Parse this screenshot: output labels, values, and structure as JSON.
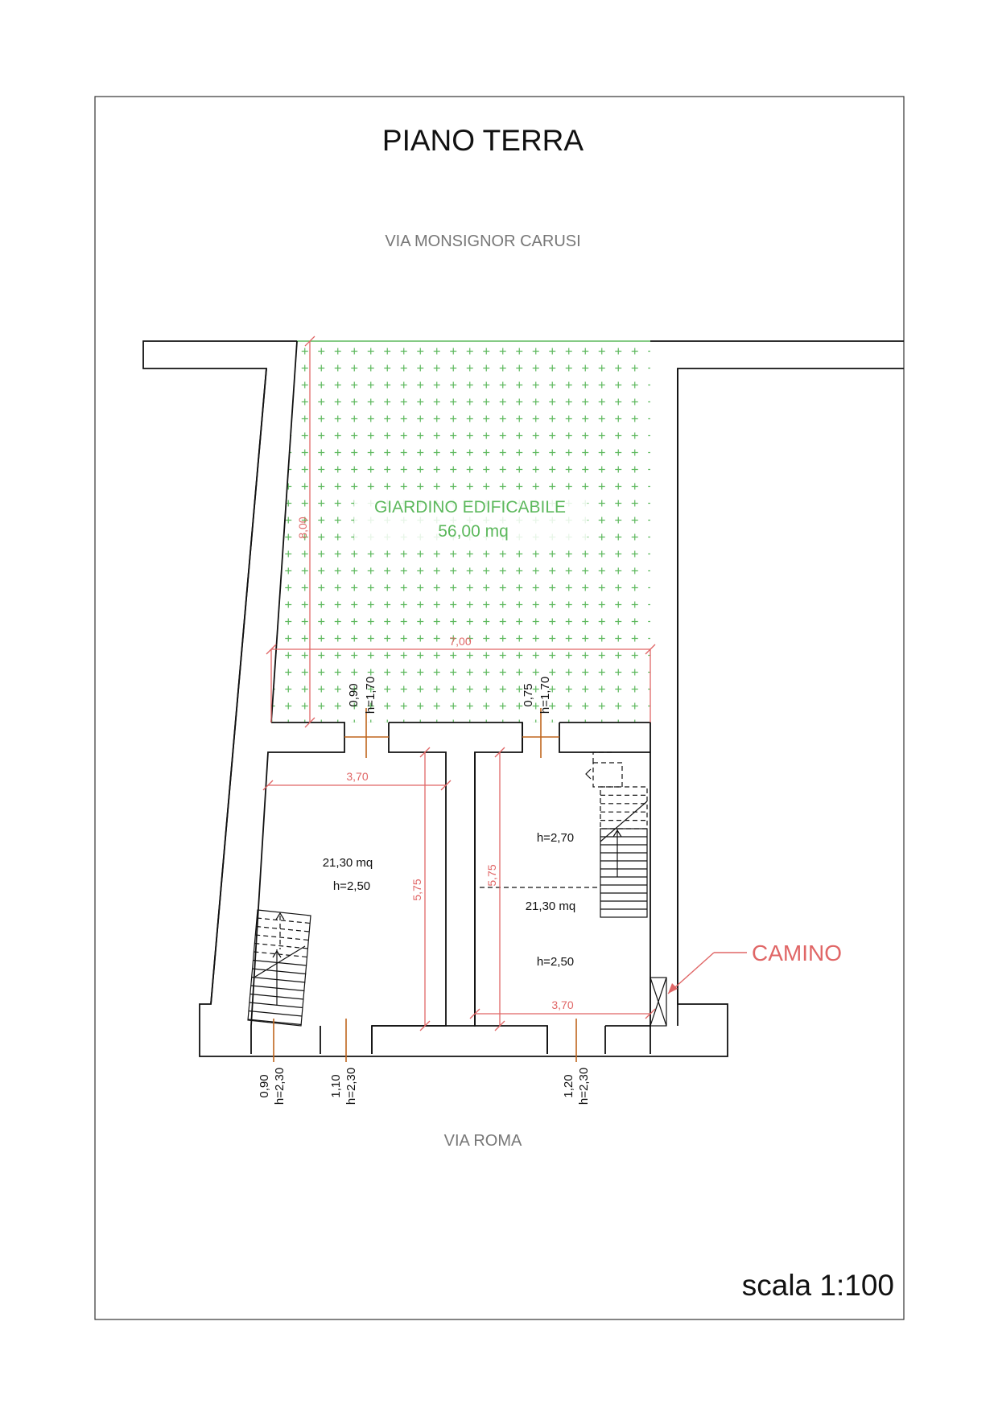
{
  "title": "PIANO TERRA",
  "streets": {
    "top": "VIA MONSIGNOR CARUSI",
    "bottom": "VIA ROMA"
  },
  "garden": {
    "label": "GIARDINO EDIFICABILE",
    "area": "56,00 mq",
    "dim_height": "8,00",
    "dim_width": "7,00"
  },
  "doors_top": [
    {
      "width": "0,90",
      "height": "h=1,70"
    },
    {
      "width": "0,75",
      "height": "h=1,70"
    }
  ],
  "doors_bottom": [
    {
      "width": "0,90",
      "height": "h=2,30"
    },
    {
      "width": "1,10",
      "height": "h=2,30"
    },
    {
      "width": "1,20",
      "height": "h=2,30"
    }
  ],
  "room_left": {
    "area": "21,30 mq",
    "height": "h=2,50",
    "dim_width": "3,70",
    "dim_length": "5,75"
  },
  "room_right": {
    "upper_height": "h=2,70",
    "area": "21,30 mq",
    "lower_height": "h=2,50",
    "dim_width": "3,70",
    "dim_length": "5,75"
  },
  "chimney_label": "CAMINO",
  "scale": "scala 1:100",
  "colors": {
    "garden_green": "#5cb85c",
    "dimension_red": "#e06666",
    "door_orange": "#c0651d",
    "ink": "#111111",
    "street_gray": "#777777"
  }
}
